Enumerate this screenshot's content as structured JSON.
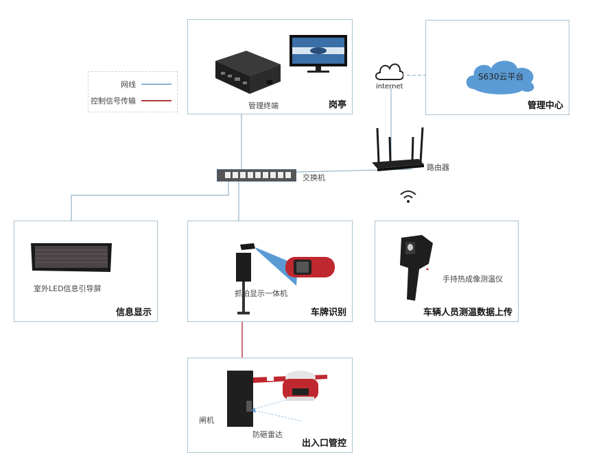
{
  "legend": {
    "items": [
      {
        "label": "网线",
        "color": "#8fb3c9"
      },
      {
        "label": "控制信号传输",
        "color": "#b0363f"
      }
    ]
  },
  "sections": {
    "guard_booth": {
      "title": "岗亭",
      "device_label": "管理终端"
    },
    "management_center": {
      "title": "管理中心",
      "cloud_label": "S630云平台"
    },
    "info_display": {
      "title": "信息显示",
      "device_label": "室外LED信息引导屏"
    },
    "plate_recognition": {
      "title": "车牌识别",
      "device_label": "抓拍显示一体机"
    },
    "temperature_upload": {
      "title": "车辆人员测温数据上传",
      "device_label": "手持热成像测温仪"
    },
    "entrance_control": {
      "title": "出入口管控",
      "gate_label": "闸机",
      "radar_label": "防砸雷达"
    }
  },
  "network": {
    "internet_label": "internet",
    "router_label": "路由器",
    "switch_label": "交换机"
  },
  "colors": {
    "border": "#a9c2d0",
    "network_line": "#8fb3c9",
    "control_line": "#b0363f",
    "cloud_fill": "#5b9bd5"
  }
}
